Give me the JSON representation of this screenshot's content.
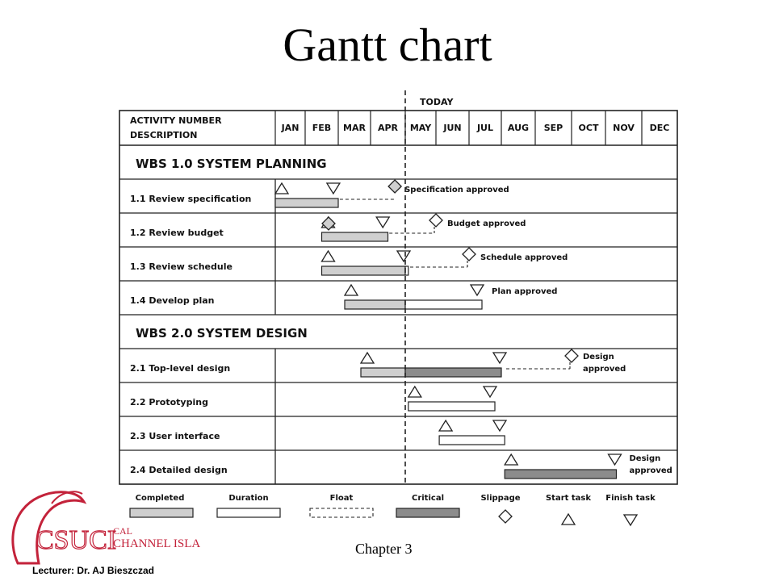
{
  "slide": {
    "title": "Gantt chart",
    "footer": "Chapter 3",
    "lecturer": "Lecturer: Dr. AJ Bieszczad"
  },
  "logo": {
    "word1": "CSUCI",
    "word2": "CAL",
    "word3": "CHANNEL ISLANDS"
  },
  "chart_data": {
    "type": "gantt",
    "header": [
      "ACTIVITY NUMBER",
      "DESCRIPTION"
    ],
    "months": [
      "JAN",
      "FEB",
      "MAR",
      "APR",
      "MAY",
      "JUN",
      "JUL",
      "AUG",
      "SEP",
      "OCT",
      "NOV",
      "DEC"
    ],
    "today_label": "TODAY",
    "today": 4.0,
    "sections": [
      {
        "title": "WBS 1.0  SYSTEM PLANNING",
        "tasks": [
          {
            "label": "1.1 Review specification",
            "start": 0.0,
            "duration": 2.0,
            "finish": 1.9,
            "slippage": 3.7,
            "slack_end": 3.7,
            "milestone": "Specification approved"
          },
          {
            "label": "1.2 Review budget",
            "start": 1.5,
            "duration": 2.0,
            "finish": 3.4,
            "slippage": 2.0,
            "slack_end": 5.0,
            "milestone_at": 5.0,
            "milestone": "Budget approved"
          },
          {
            "label": "1.3 Review schedule",
            "start": 1.5,
            "duration": 2.6,
            "finish": 4.0,
            "slack_end": 6.0,
            "milestone_at": 6.0,
            "milestone": "Schedule approved"
          },
          {
            "label": "1.4 Develop plan",
            "start": 2.2,
            "duration": 4.2,
            "finish": 6.3,
            "milestone": "Plan approved"
          }
        ]
      },
      {
        "title": "WBS 2.0  SYSTEM DESIGN",
        "tasks": [
          {
            "label": "2.1 Top-level design",
            "start": 2.7,
            "completed_to": 4.0,
            "critical_to": 7.0,
            "finish": 7.0,
            "slack_end": 9.0,
            "milestone_at": 9.0,
            "milestone": "Design approved"
          },
          {
            "label": "2.2 Prototyping",
            "start": 4.1,
            "duration": 2.7,
            "finish": 6.7
          },
          {
            "label": "2.3 User interface",
            "start": 5.1,
            "duration": 2.0,
            "finish": 7.0
          },
          {
            "label": "2.4 Detailed design",
            "start": 7.1,
            "critical_to": 10.3,
            "finish": 10.3,
            "milestone": "Design approved"
          }
        ]
      }
    ],
    "legend": [
      "Completed",
      "Duration",
      "Float",
      "Critical",
      "Slippage",
      "Start task",
      "Finish task"
    ]
  },
  "colors": {
    "completed": "#cfcfcf",
    "critical": "#8c8c8c",
    "logo": "#c3223a",
    "line": "#222222"
  }
}
